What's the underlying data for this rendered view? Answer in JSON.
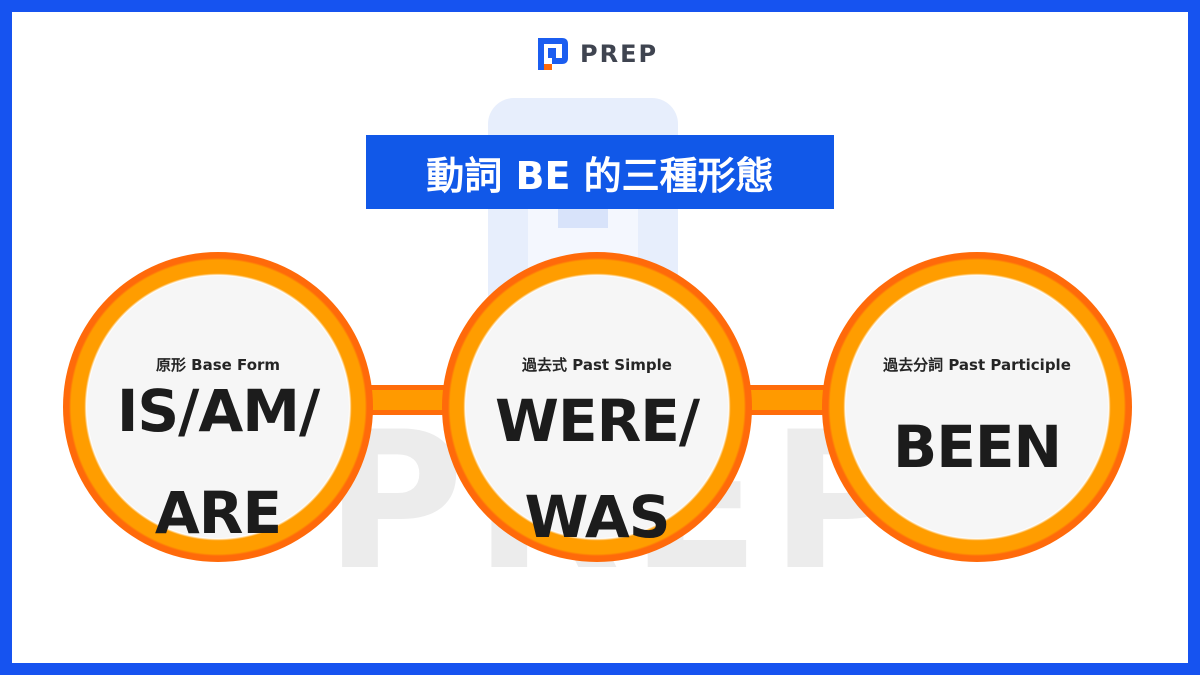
{
  "logo": {
    "text": "PREP",
    "icon": "prep-logo-icon"
  },
  "watermark": {
    "text": "PREP",
    "icon": "prep-watermark-icon"
  },
  "title": "動詞 BE 的三種形態",
  "forms": [
    {
      "label": "原形 Base Form",
      "line1": "IS/AM/",
      "line2": "ARE"
    },
    {
      "label": "過去式 Past Simple",
      "line1": "WERE/",
      "line2": "WAS"
    },
    {
      "label": "過去分詞 Past Participle",
      "line1": "BEEN"
    }
  ],
  "colors": {
    "border": "#1653f0",
    "title_bg": "#1158e8",
    "ring_outer": "#ff6a0a",
    "ring_inner": "#ff9d00"
  }
}
